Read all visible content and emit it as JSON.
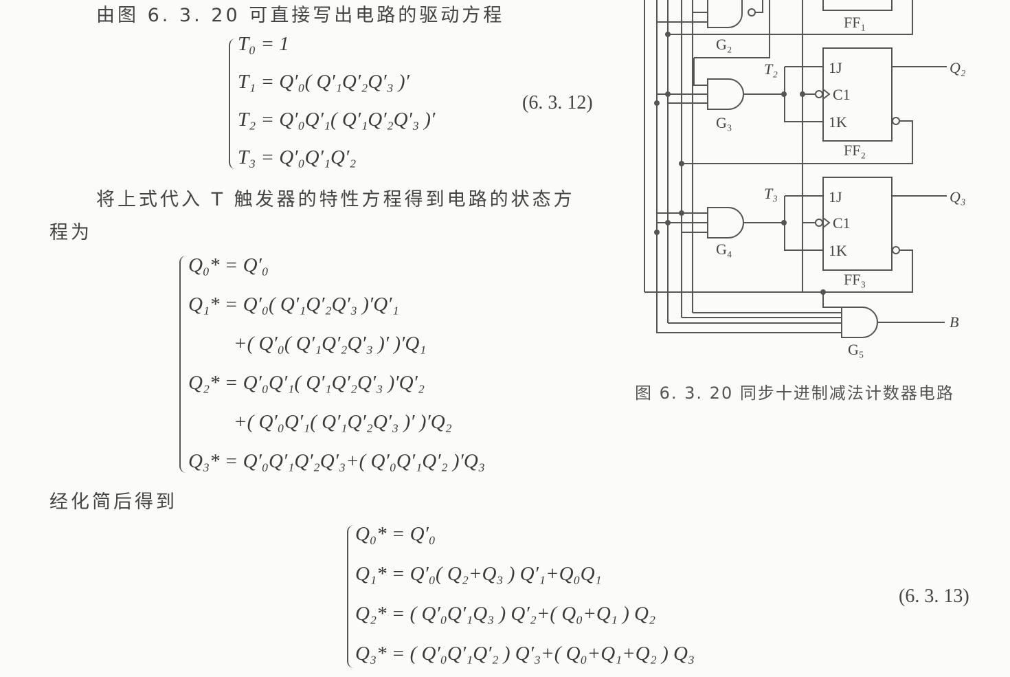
{
  "text": {
    "line1": "由图 6. 3. 20 可直接写出电路的驱动方程",
    "para2_a": "将上式代入 T 触发器的特性方程得到电路的状态方",
    "para2_b": "程为",
    "para3": "经化简后得到"
  },
  "eq12": {
    "lines": [
      "T₀ = 1",
      "T₁ = Q′₀( Q′₁Q′₂Q′₃ )′",
      "T₂ = Q′₀Q′₁( Q′₁Q′₂Q′₃ )′",
      "T₃ = Q′₀Q′₁Q′₂"
    ],
    "number": "(6. 3. 12)"
  },
  "state_eq": {
    "lines": [
      "Q₀* = Q′₀",
      "Q₁* = Q′₀( Q′₁Q′₂Q′₃ )′Q′₁",
      "+( Q′₀( Q′₁Q′₂Q′₃ )′ )′Q₁",
      "Q₂* = Q′₀Q′₁( Q′₁Q′₂Q′₃ )′Q′₂",
      "+( Q′₀Q′₁( Q′₁Q′₂Q′₃ )′ )′Q₂",
      "Q₃* = Q′₀Q′₁Q′₂Q′₃+( Q′₀Q′₁Q′₂ )′Q₃"
    ]
  },
  "eq13": {
    "lines": [
      "Q₀* = Q′₀",
      "Q₁* = Q′₀( Q₂+Q₃ ) Q′₁+Q₀Q₁",
      "Q₂* = ( Q′₀Q′₁Q₃ ) Q′₂+( Q₀+Q₁ ) Q₂",
      "Q₃* = ( Q′₀Q′₁Q′₂ ) Q′₃+( Q₀+Q₁+Q₂ ) Q₃"
    ],
    "number": "(6. 3. 13)"
  },
  "figure": {
    "caption": "图 6. 3. 20   同步十进制减法计数器电路",
    "labels": {
      "ff1": "FF₁",
      "ff2": "FF₂",
      "ff3": "FF₃",
      "g2": "G₂",
      "g3": "G₃",
      "g4": "G₄",
      "g5": "G₅",
      "t2": "T₂",
      "t3": "T₃",
      "q2": "Q₂",
      "q3": "Q₃",
      "b": "B",
      "j": "1J",
      "c": "C1",
      "k": "1K"
    }
  }
}
